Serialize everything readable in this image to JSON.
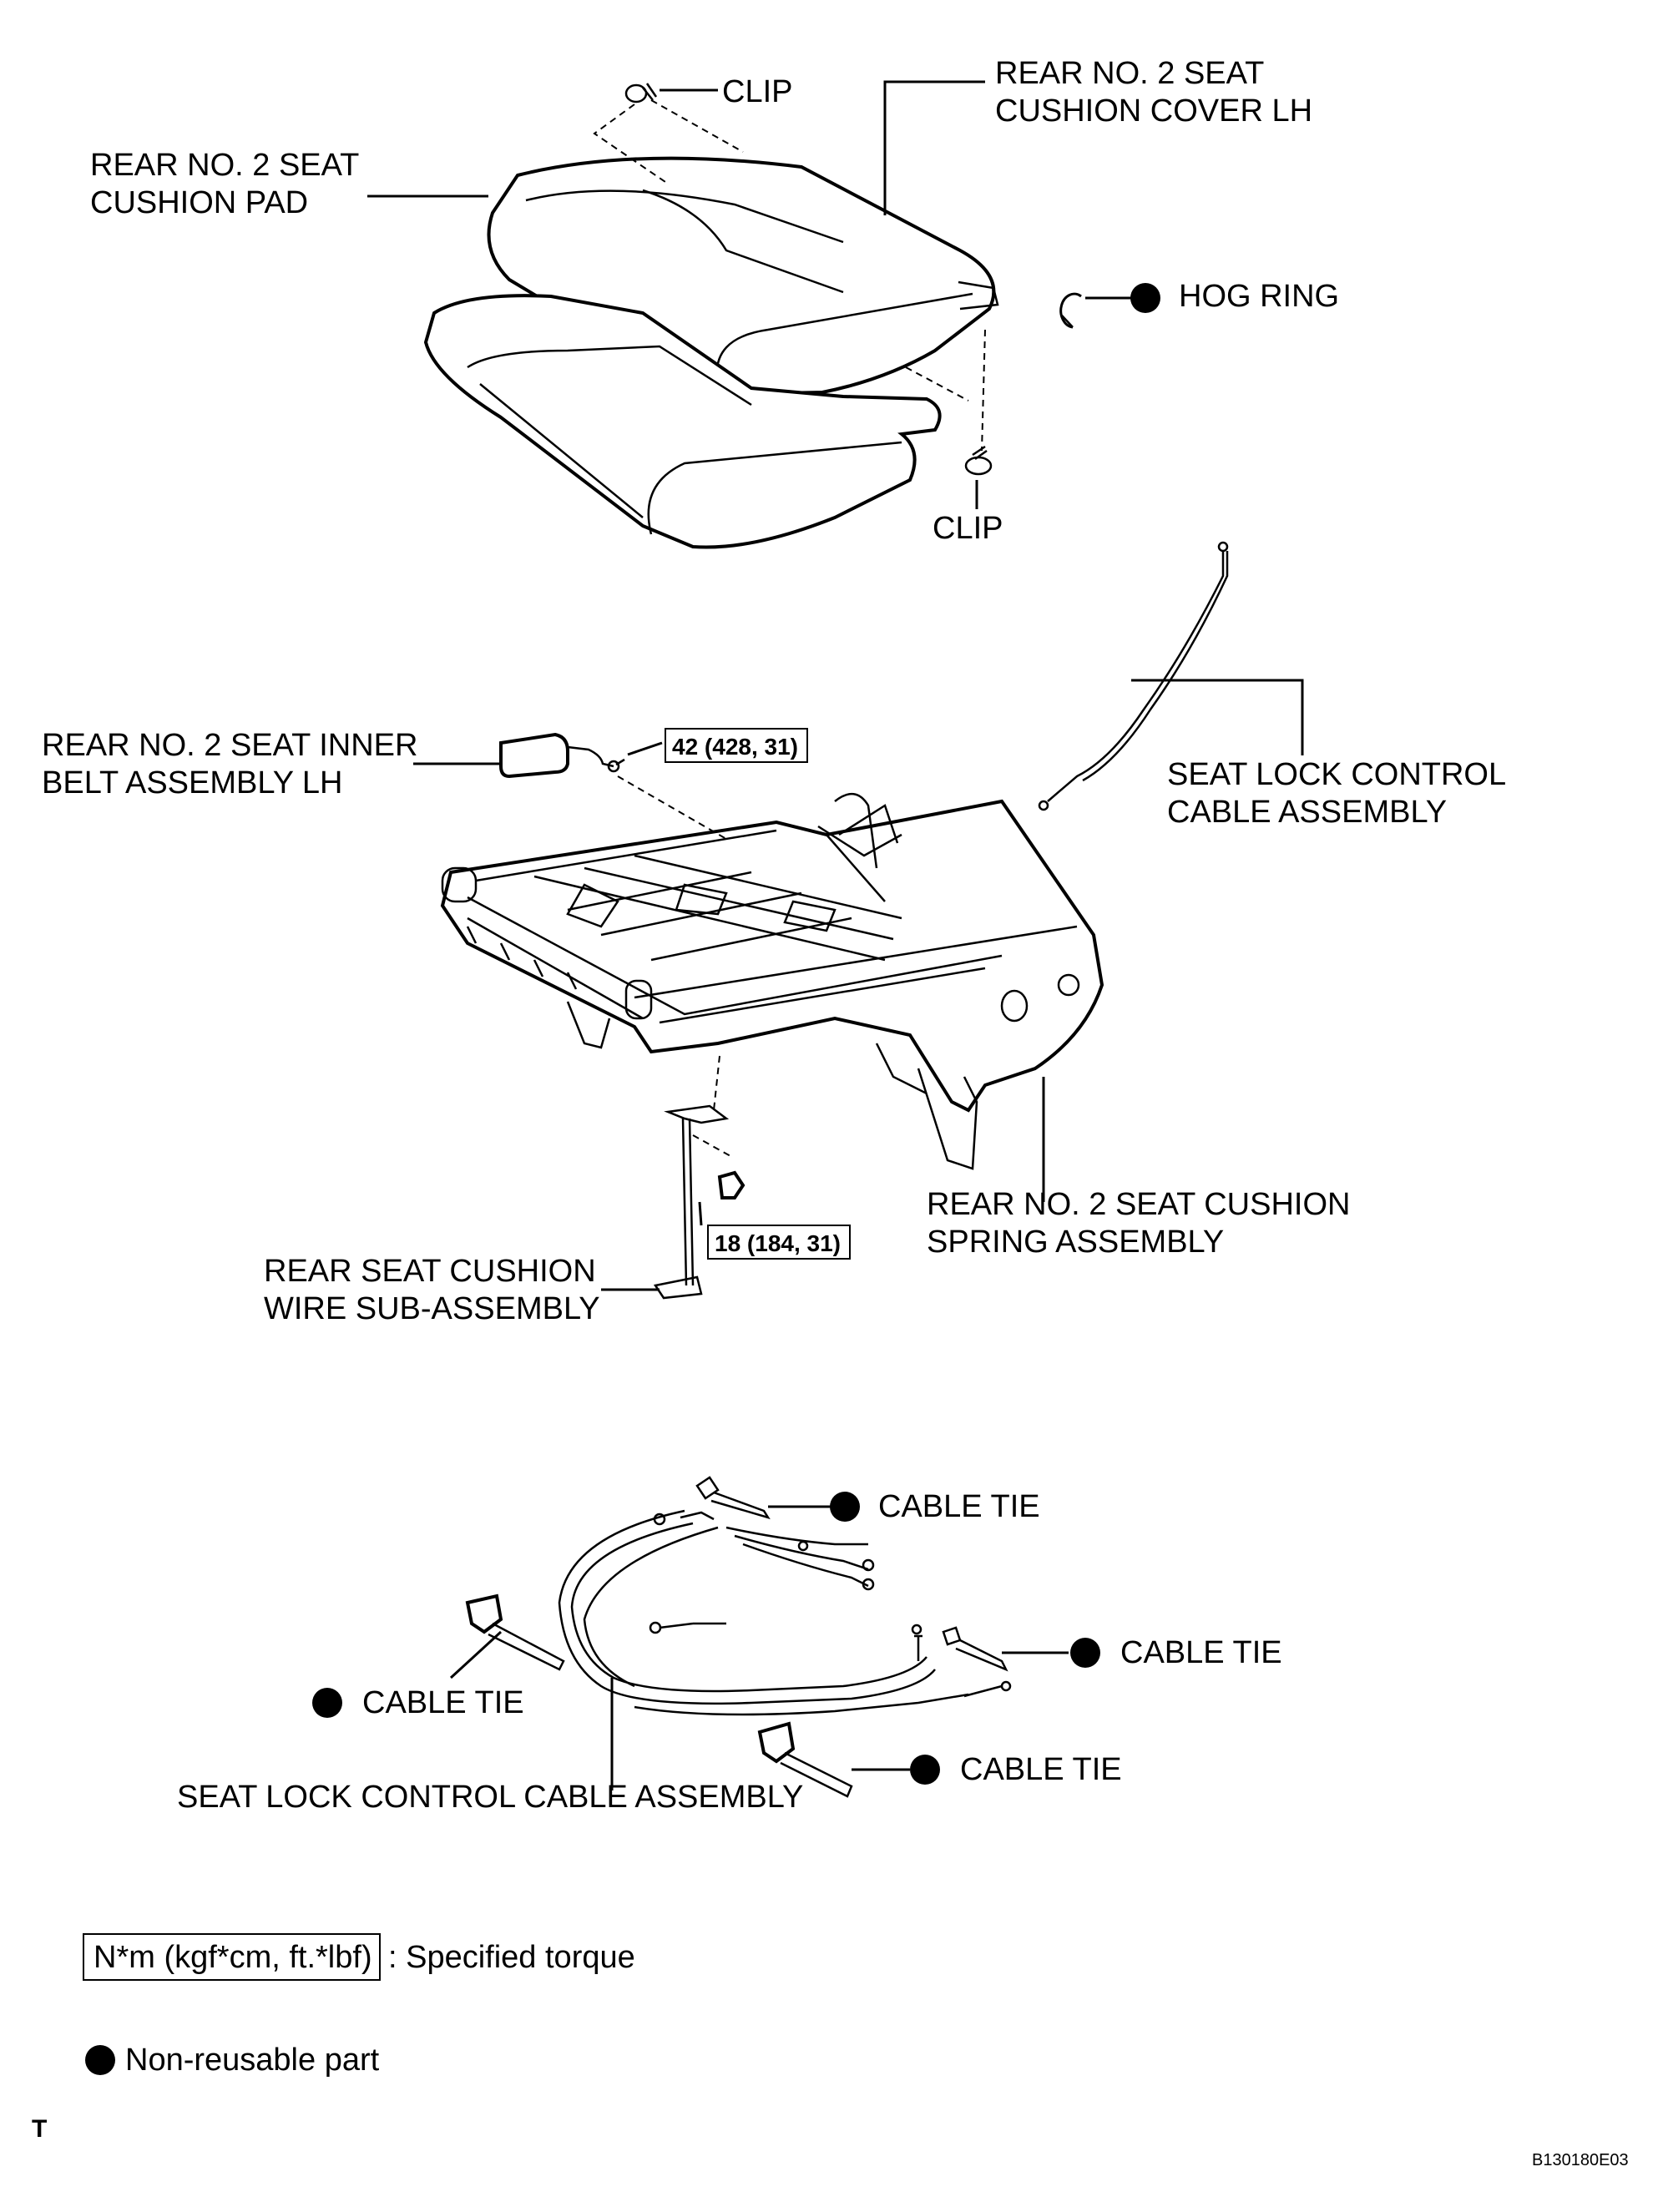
{
  "labels": {
    "clip_top": "CLIP",
    "cover_l1": "REAR NO. 2 SEAT",
    "cover_l2": "CUSHION COVER LH",
    "pad_l1": "REAR NO. 2 SEAT",
    "pad_l2": "CUSHION PAD",
    "hog_ring": "HOG RING",
    "clip_bottom": "CLIP",
    "belt_l1": "REAR NO. 2 SEAT INNER",
    "belt_l2": "BELT ASSEMBLY LH",
    "torque_42": "42 (428, 31)",
    "cable_upper_l1": "SEAT LOCK CONTROL",
    "cable_upper_l2": "CABLE ASSEMBLY",
    "spring_l1": "REAR NO. 2 SEAT CUSHION",
    "spring_l2": "SPRING ASSEMBLY",
    "torque_18": "18 (184, 31)",
    "wire_l1": "REAR SEAT CUSHION",
    "wire_l2": "WIRE SUB-ASSEMBLY",
    "tie_1": "CABLE TIE",
    "tie_2": "CABLE TIE",
    "tie_3": "CABLE TIE",
    "tie_4": "CABLE TIE",
    "cable_lower": "SEAT LOCK CONTROL CABLE ASSEMBLY"
  },
  "legend": {
    "torque_box": "N*m (kgf*cm, ft.*lbf)",
    "torque_desc": ": Specified torque",
    "nonreusable": "Non-reusable part"
  },
  "footer": {
    "left_mark": "T",
    "code": "B130180E03"
  }
}
